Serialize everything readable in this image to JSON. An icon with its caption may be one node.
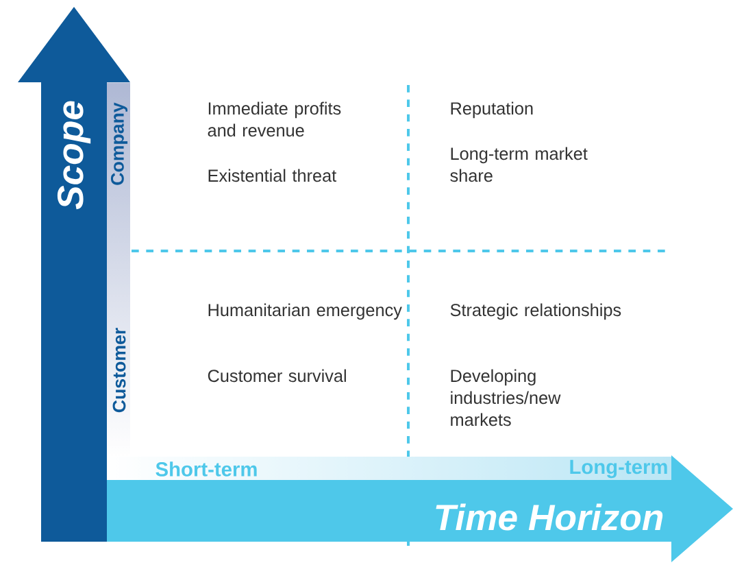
{
  "diagram": {
    "nodes": [
      {
        "text": [
          "Scope"
        ]
      },
      {
        "text": [
          "Time Horizon"
        ]
      }
    ],
    "labels": [
      "Company",
      "Customer",
      "Immediate profits and revenue",
      "Existential threat",
      "Reputation",
      "Long-term market share",
      "Humanitarian emergency",
      "Customer survival",
      "Strategic relationships",
      "Developing industries/new markets",
      "Short-term",
      "Long-term"
    ]
  }
}
